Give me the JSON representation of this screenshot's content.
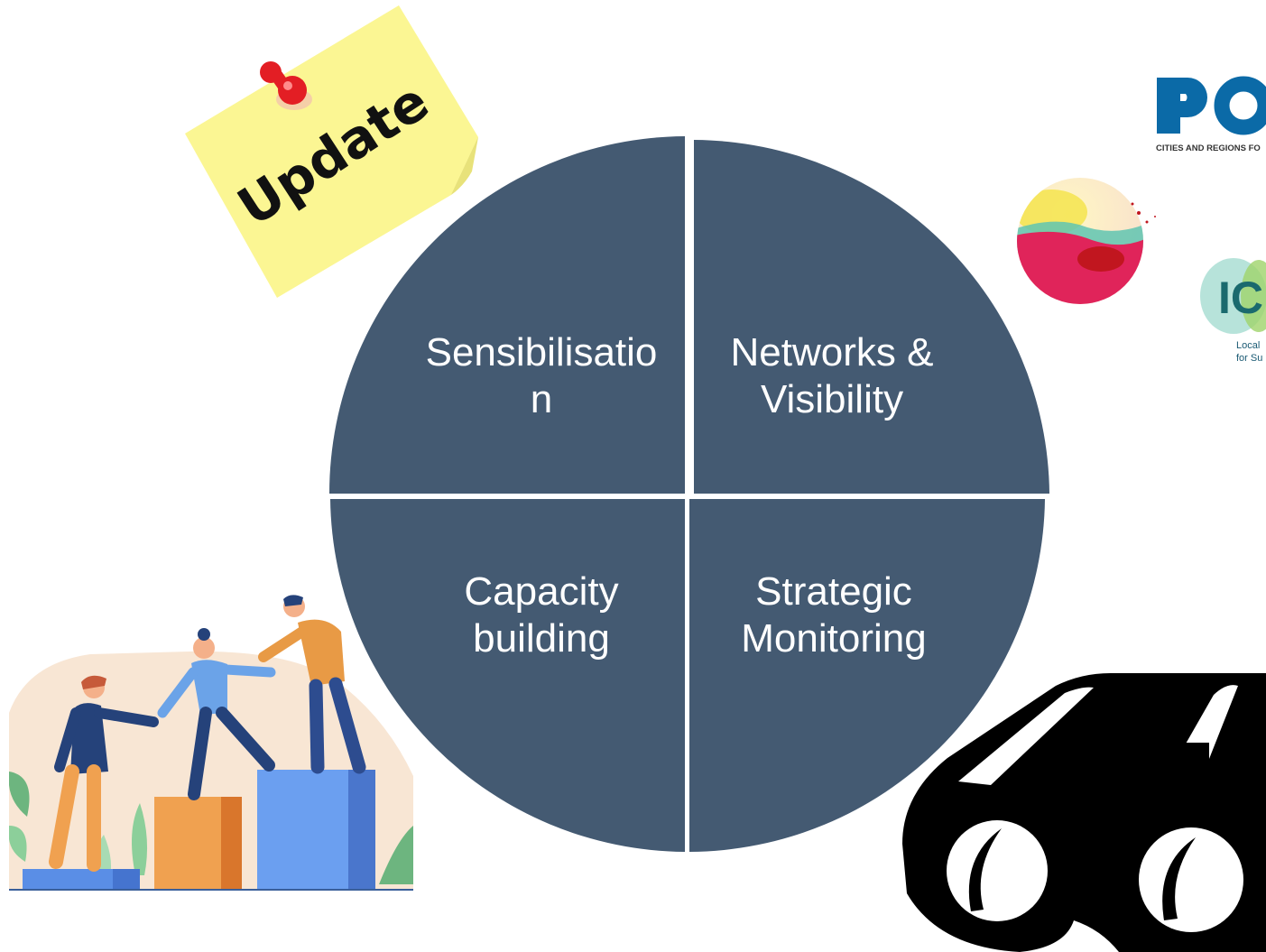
{
  "diagram": {
    "quadrants": [
      {
        "id": "top-left",
        "label": "Sensibilisatio\nn"
      },
      {
        "id": "top-right",
        "label": "Networks &\nVisibility"
      },
      {
        "id": "bottom-left",
        "label": "Capacity\nbuilding"
      },
      {
        "id": "bottom-right",
        "label": "Strategic\nMonitoring"
      }
    ],
    "fill_color": "#445a72"
  },
  "sticky_note": {
    "text": "Update",
    "note_color": "#fbf693",
    "pin_color": "#e31e24"
  },
  "logos": {
    "pop_logo": {
      "text": "PO",
      "tagline": "CITIES AND REGIONS FO",
      "color": "#0b6aa7"
    },
    "iclei_logo": {
      "text": "IC",
      "tagline_line1": "Local",
      "tagline_line2": "for Su",
      "color": "#1a6a6e"
    }
  },
  "icons": {
    "binoculars": "binoculars-icon",
    "people": "teamwork-illustration",
    "watercolor": "watercolor-logo"
  }
}
